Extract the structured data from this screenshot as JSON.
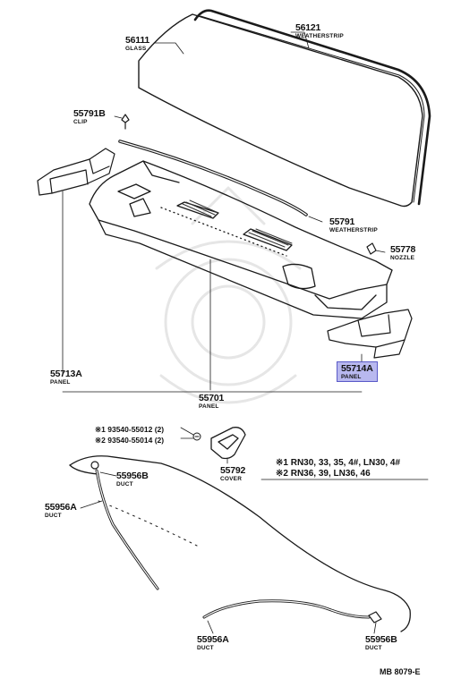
{
  "diagram": {
    "code": "MB 8079-E",
    "parts": {
      "p56121": {
        "number": "56121",
        "name": "WEATHERSTRIP"
      },
      "p56111": {
        "number": "56111",
        "name": "GLASS"
      },
      "p55791B": {
        "number": "55791B",
        "name": "CLIP"
      },
      "p55791": {
        "number": "55791",
        "name": "WEATHERSTRIP"
      },
      "p55778": {
        "number": "55778",
        "name": "NOZZLE"
      },
      "p55713A": {
        "number": "55713A",
        "name": "PANEL"
      },
      "p55714A": {
        "number": "55714A",
        "name": "PANEL"
      },
      "p55701": {
        "number": "55701",
        "name": "PANEL"
      },
      "p55792": {
        "number": "55792",
        "name": "COVER"
      },
      "p55956B_top": {
        "number": "55956B",
        "name": "DUCT"
      },
      "p55956A_left": {
        "number": "55956A",
        "name": "DUCT"
      },
      "p55956A_bottom": {
        "number": "55956A",
        "name": "DUCT"
      },
      "p55956B_bottom": {
        "number": "55956B",
        "name": "DUCT"
      }
    },
    "screws": [
      {
        "mark": "※1",
        "text": "93540-55012 (2)"
      },
      {
        "mark": "※2",
        "text": "93540-55014 (2)"
      }
    ],
    "notes": [
      {
        "mark": "※1",
        "text": "RN30, 33, 35, 4#, LN30, 4#"
      },
      {
        "mark": "※2",
        "text": "RN36, 39, LN36, 46"
      }
    ],
    "highlight_color": "#b8b8ef"
  }
}
